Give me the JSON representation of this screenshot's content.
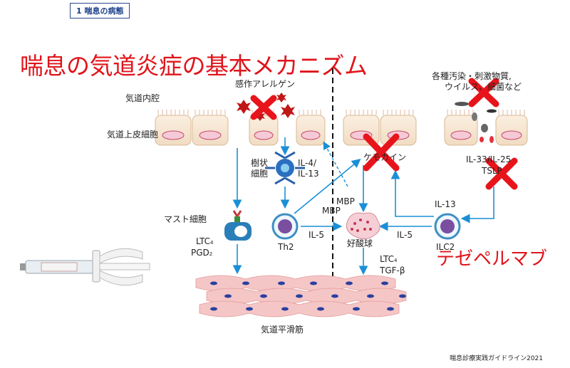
{
  "section_tag": "1 喘息の病態",
  "title": "喘息の気道炎症の基本メカニズム",
  "labels": {
    "airway_lumen": "気道内腔",
    "epithelium": "気道上皮細胞",
    "allergen": "感作アレルゲン",
    "pollutants_line1": "各種汚染・刺激物質,",
    "pollutants_line2": "ウイルス、細菌など",
    "dendritic_1": "樹状",
    "dendritic_2": "細胞",
    "il4": "IL-4/",
    "il13a": "IL-13",
    "chemokine": "ケモカイン",
    "il33": "IL-33/IL-25",
    "tslp": "TSLP",
    "mast": "マスト細胞",
    "ltc": "LTC",
    "ltc_sub": "4",
    "pgd": "PGD",
    "pgd_sub": "2",
    "mbp1": "MBP",
    "mbp2": "MBP",
    "th2": "Th2",
    "il5_left": "IL-5",
    "eosinophil": "好酸球",
    "il5_right": "IL-5",
    "il13_right": "IL-13",
    "ilc2": "ILC2",
    "ltc2": "LTC",
    "ltc2_sub": "4",
    "tgf": "TGF-β",
    "smooth_muscle": "気道平滑筋"
  },
  "drug_name": "テゼペルマブ",
  "footer": "喘息診療実践ガイドライン2021",
  "colors": {
    "title_red": "#e0141b",
    "arrow_blue": "#1a8fd6",
    "cell_fill": "#f7e6d2",
    "cell_edge": "#d9b894",
    "nucleus": "#f2c2cf",
    "muscle": "#f5c6c6",
    "x_red": "#e8141b"
  }
}
